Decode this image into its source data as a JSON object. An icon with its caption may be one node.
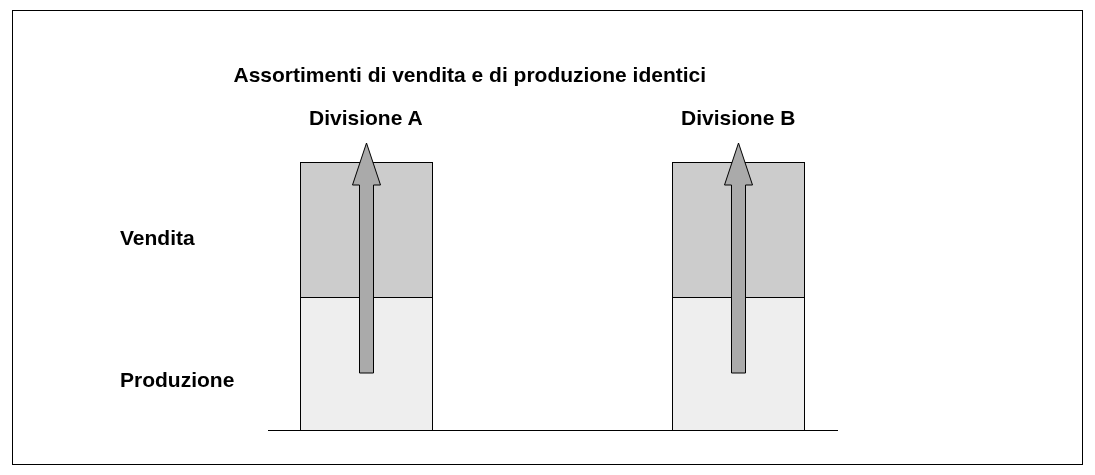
{
  "diagram": {
    "title": "Assortimenti di vendita e di produzione identici",
    "nodes": [
      {
        "text": [],
        "shape": "box"
      },
      {
        "text": [],
        "shape": "box"
      },
      {
        "text": [],
        "shape": "box"
      },
      {
        "text": [],
        "shape": "box"
      }
    ],
    "edges": [
      {
        "from": 1,
        "to": 0,
        "arrow": "to"
      },
      {
        "from": 3,
        "to": 2,
        "arrow": "to"
      }
    ],
    "labels": [
      "Divisione A",
      "Divisione B",
      "Vendita",
      "Produzione"
    ]
  }
}
